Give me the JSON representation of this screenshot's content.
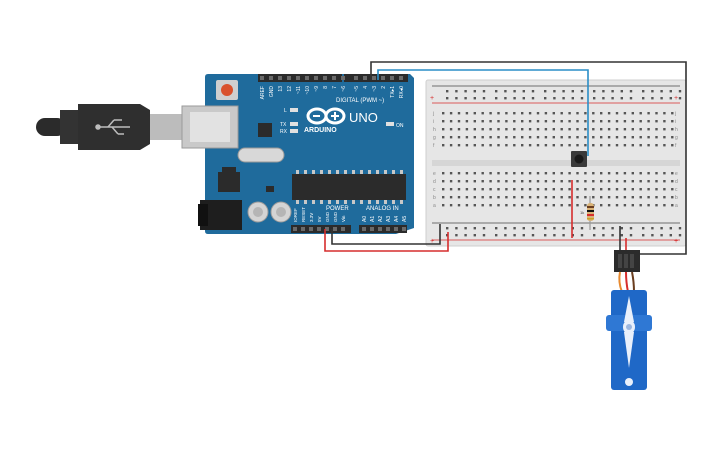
{
  "arduino": {
    "brand": "ARDUINO",
    "model": "UNO",
    "header_digital": "DIGITAL (PWM ~)",
    "header_power": "POWER",
    "header_analog": "ANALOG IN",
    "led_l": "L",
    "led_tx": "TX",
    "led_rx": "RX",
    "led_on": "ON",
    "digital_pins": [
      "AREF",
      "GND",
      "13",
      "12",
      "~11",
      "~10",
      "~9",
      "8",
      "7",
      "~6",
      "~5",
      "4",
      "~3",
      "2",
      "TX▸1",
      "RX◂0"
    ],
    "power_pins": [
      "IOREF",
      "RESET",
      "3.3V",
      "5V",
      "GND",
      "GND",
      "Vin"
    ],
    "analog_pins": [
      "A0",
      "A1",
      "A2",
      "A3",
      "A4",
      "A5"
    ],
    "colors": {
      "board": "#1f6b9c",
      "header": "#2b2b2b",
      "reset": "#d9512c"
    }
  },
  "breadboard": {
    "row_letters_top": [
      "j",
      "i",
      "h",
      "g",
      "f"
    ],
    "row_letters_bottom": [
      "e",
      "d",
      "c",
      "b",
      "a"
    ],
    "rail_plus": "+",
    "rail_minus": "−",
    "column_count": 30
  },
  "resistor": {
    "label": "1k"
  },
  "wires": {
    "colors": {
      "black": "#333333",
      "blue": "#2a8ec7",
      "red": "#d62d2d",
      "orange": "#e88a2f"
    }
  }
}
